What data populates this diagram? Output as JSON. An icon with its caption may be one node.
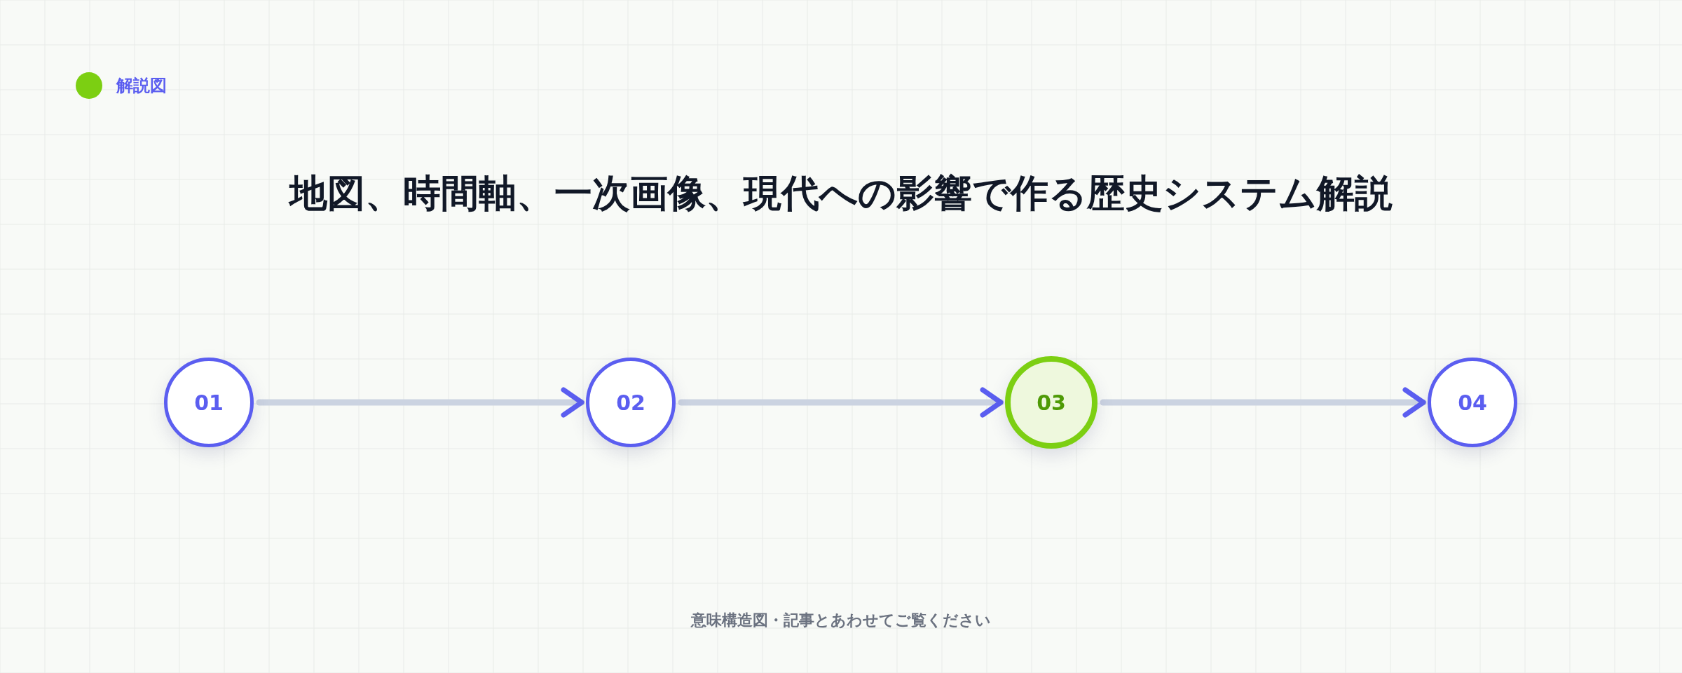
{
  "diagram": {
    "title": "地図、時間軸、一次画像、現代への影響で作る歴史システム解説",
    "caption": "意味構造図・記事とあわせてご覧ください",
    "nodes": [
      {
        "text": [
          "01"
        ]
      },
      {
        "text": [
          "02"
        ]
      },
      {
        "text": [
          "03"
        ]
      },
      {
        "text": [
          "04"
        ]
      }
    ],
    "edges": [
      {
        "from": 0,
        "to": 1,
        "arrow": "to"
      },
      {
        "from": 1,
        "to": 2,
        "arrow": "to"
      },
      {
        "from": 2,
        "to": 3,
        "arrow": "to"
      }
    ],
    "labels": [
      "解説図"
    ]
  }
}
